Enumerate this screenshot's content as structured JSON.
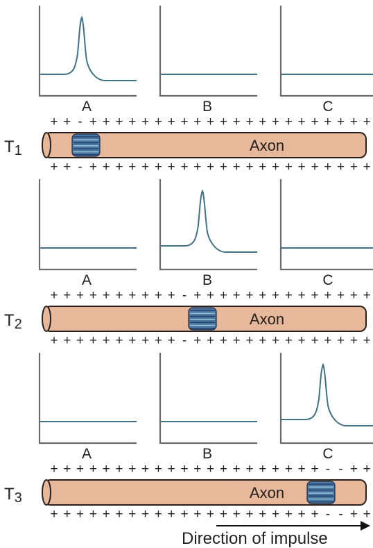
{
  "panel_labels": [
    "A",
    "B",
    "C"
  ],
  "axon_label": "Axon",
  "time_labels": [
    {
      "base": "T",
      "sub": "1"
    },
    {
      "base": "T",
      "sub": "2"
    },
    {
      "base": "T",
      "sub": "3"
    }
  ],
  "plus_sign": "+",
  "minus_sign": "-",
  "direction_label": "Direction of impulse",
  "colors": {
    "axon_fill": "#e7b89a",
    "trace": "#3f7286",
    "axis": "#6b6b6b",
    "impulse": "#3a6fa0"
  },
  "rows": [
    {
      "spike_panel": "A",
      "top_signs": "++-++++++++++++++++++++++",
      "bottom_signs": "++-++++++++++++++++++++++"
    },
    {
      "spike_panel": "B",
      "top_signs": "++++++++++-++++++++++++++",
      "bottom_signs": "++++++++++-++++++++++++++"
    },
    {
      "spike_panel": "C",
      "top_signs": "+++++++++++++++++++++--++",
      "bottom_signs": "+++++++++++++++++++++--++"
    }
  ]
}
